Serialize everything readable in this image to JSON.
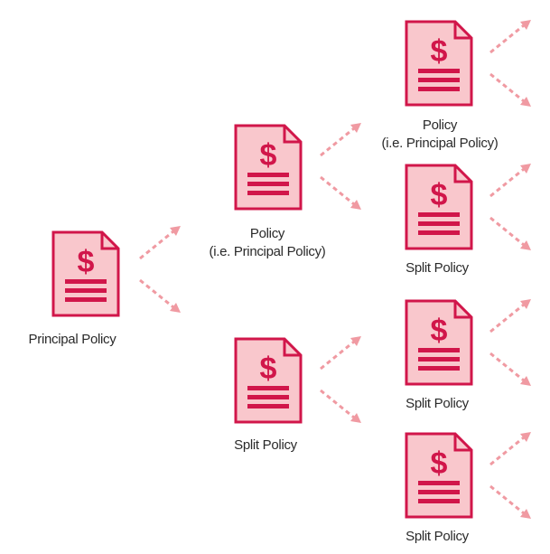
{
  "colors": {
    "doc_fill": "#f9c7cc",
    "doc_stroke": "#d1164a",
    "symbol": "#d1164a",
    "arrow": "#f09aa2",
    "text": "#2a2a2a"
  },
  "nodes": {
    "root": {
      "label": "Principal Policy",
      "icon": "policy-document-icon"
    },
    "gen2_top": {
      "label": "Policy",
      "sublabel": "(i.e. Principal Policy)",
      "icon": "policy-document-icon"
    },
    "gen2_bottom": {
      "label": "Split Policy",
      "icon": "policy-document-icon"
    },
    "gen3_1": {
      "label": "Policy",
      "sublabel": "(i.e. Principal Policy)",
      "icon": "policy-document-icon"
    },
    "gen3_2": {
      "label": "Split Policy",
      "icon": "policy-document-icon"
    },
    "gen3_3": {
      "label": "Split Policy",
      "icon": "policy-document-icon"
    },
    "gen3_4": {
      "label": "Split Policy",
      "icon": "policy-document-icon"
    }
  },
  "document_symbol": "$"
}
